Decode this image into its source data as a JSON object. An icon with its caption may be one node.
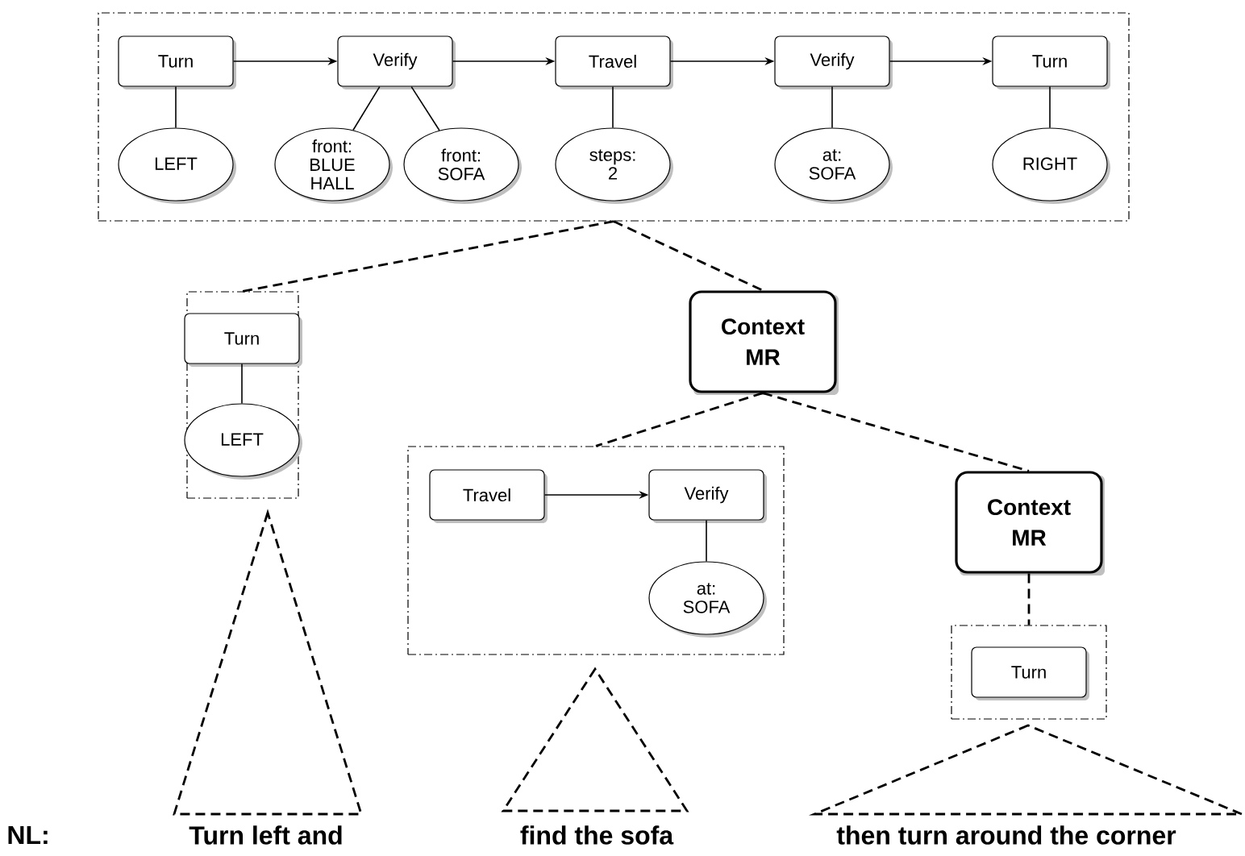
{
  "diagram": {
    "nodes": [
      {
        "text": [],
        "shape": "box"
      },
      {
        "text": [
          "Turn"
        ],
        "in": 0
      },
      {
        "text": [
          "Verify"
        ],
        "in": 0
      },
      {
        "text": [
          "Travel"
        ],
        "in": 0
      },
      {
        "text": [
          "Verify"
        ],
        "in": 0
      },
      {
        "text": [
          "Turn"
        ],
        "in": 0
      },
      {
        "text": [
          "LEFT"
        ],
        "in": 0
      },
      {
        "text": [
          "front: BLUE HALL"
        ],
        "in": 0
      },
      {
        "text": [
          "front: SOFA"
        ],
        "in": 0
      },
      {
        "text": [
          "steps: 2"
        ],
        "in": 0
      },
      {
        "text": [
          "at: SOFA"
        ],
        "in": 0
      },
      {
        "text": [
          "RIGHT"
        ],
        "in": 0
      },
      {
        "text": [],
        "shape": "box"
      },
      {
        "text": [
          "Turn"
        ],
        "in": 12
      },
      {
        "text": [
          "LEFT"
        ],
        "in": 12
      },
      {
        "text": [
          "Context MR"
        ]
      },
      {
        "text": [],
        "shape": "box"
      },
      {
        "text": [
          "Travel"
        ],
        "in": 16
      },
      {
        "text": [
          "Verify"
        ],
        "in": 16
      },
      {
        "text": [
          "at: SOFA"
        ],
        "in": 16
      },
      {
        "text": [
          "Context MR"
        ]
      },
      {
        "text": [],
        "shape": "box"
      },
      {
        "text": [
          "Turn"
        ],
        "in": 21
      },
      {
        "text": [],
        "shape": "triangle"
      },
      {
        "text": [],
        "shape": "triangle"
      },
      {
        "text": [],
        "shape": "triangle"
      }
    ],
    "edges": [
      {
        "from": 1,
        "to": 2,
        "arrow": "to"
      },
      {
        "from": 2,
        "to": 3,
        "arrow": "to"
      },
      {
        "from": 3,
        "to": 4,
        "arrow": "to"
      },
      {
        "from": 4,
        "to": 5,
        "arrow": "to"
      },
      {
        "from": 1,
        "to": 6,
        "arrow": "none"
      },
      {
        "from": 2,
        "to": 7,
        "arrow": "none"
      },
      {
        "from": 2,
        "to": 8,
        "arrow": "none"
      },
      {
        "from": 3,
        "to": 9,
        "arrow": "none"
      },
      {
        "from": 4,
        "to": 10,
        "arrow": "none"
      },
      {
        "from": 5,
        "to": 11,
        "arrow": "none"
      },
      {
        "from": 0,
        "to": 12,
        "arrow": "none",
        "style": "dashed"
      },
      {
        "from": 0,
        "to": 15,
        "arrow": "none",
        "style": "dashed"
      },
      {
        "from": 13,
        "to": 14,
        "arrow": "none"
      },
      {
        "from": 15,
        "to": 16,
        "arrow": "none",
        "style": "dashed"
      },
      {
        "from": 15,
        "to": 20,
        "arrow": "none",
        "style": "dashed"
      },
      {
        "from": 17,
        "to": 18,
        "arrow": "to"
      },
      {
        "from": 18,
        "to": 19,
        "arrow": "none"
      },
      {
        "from": 20,
        "to": 21,
        "arrow": "none",
        "style": "dashed"
      }
    ],
    "labels": [
      "NL:",
      "Turn left and",
      "find the sofa",
      "then turn around the corner"
    ]
  }
}
